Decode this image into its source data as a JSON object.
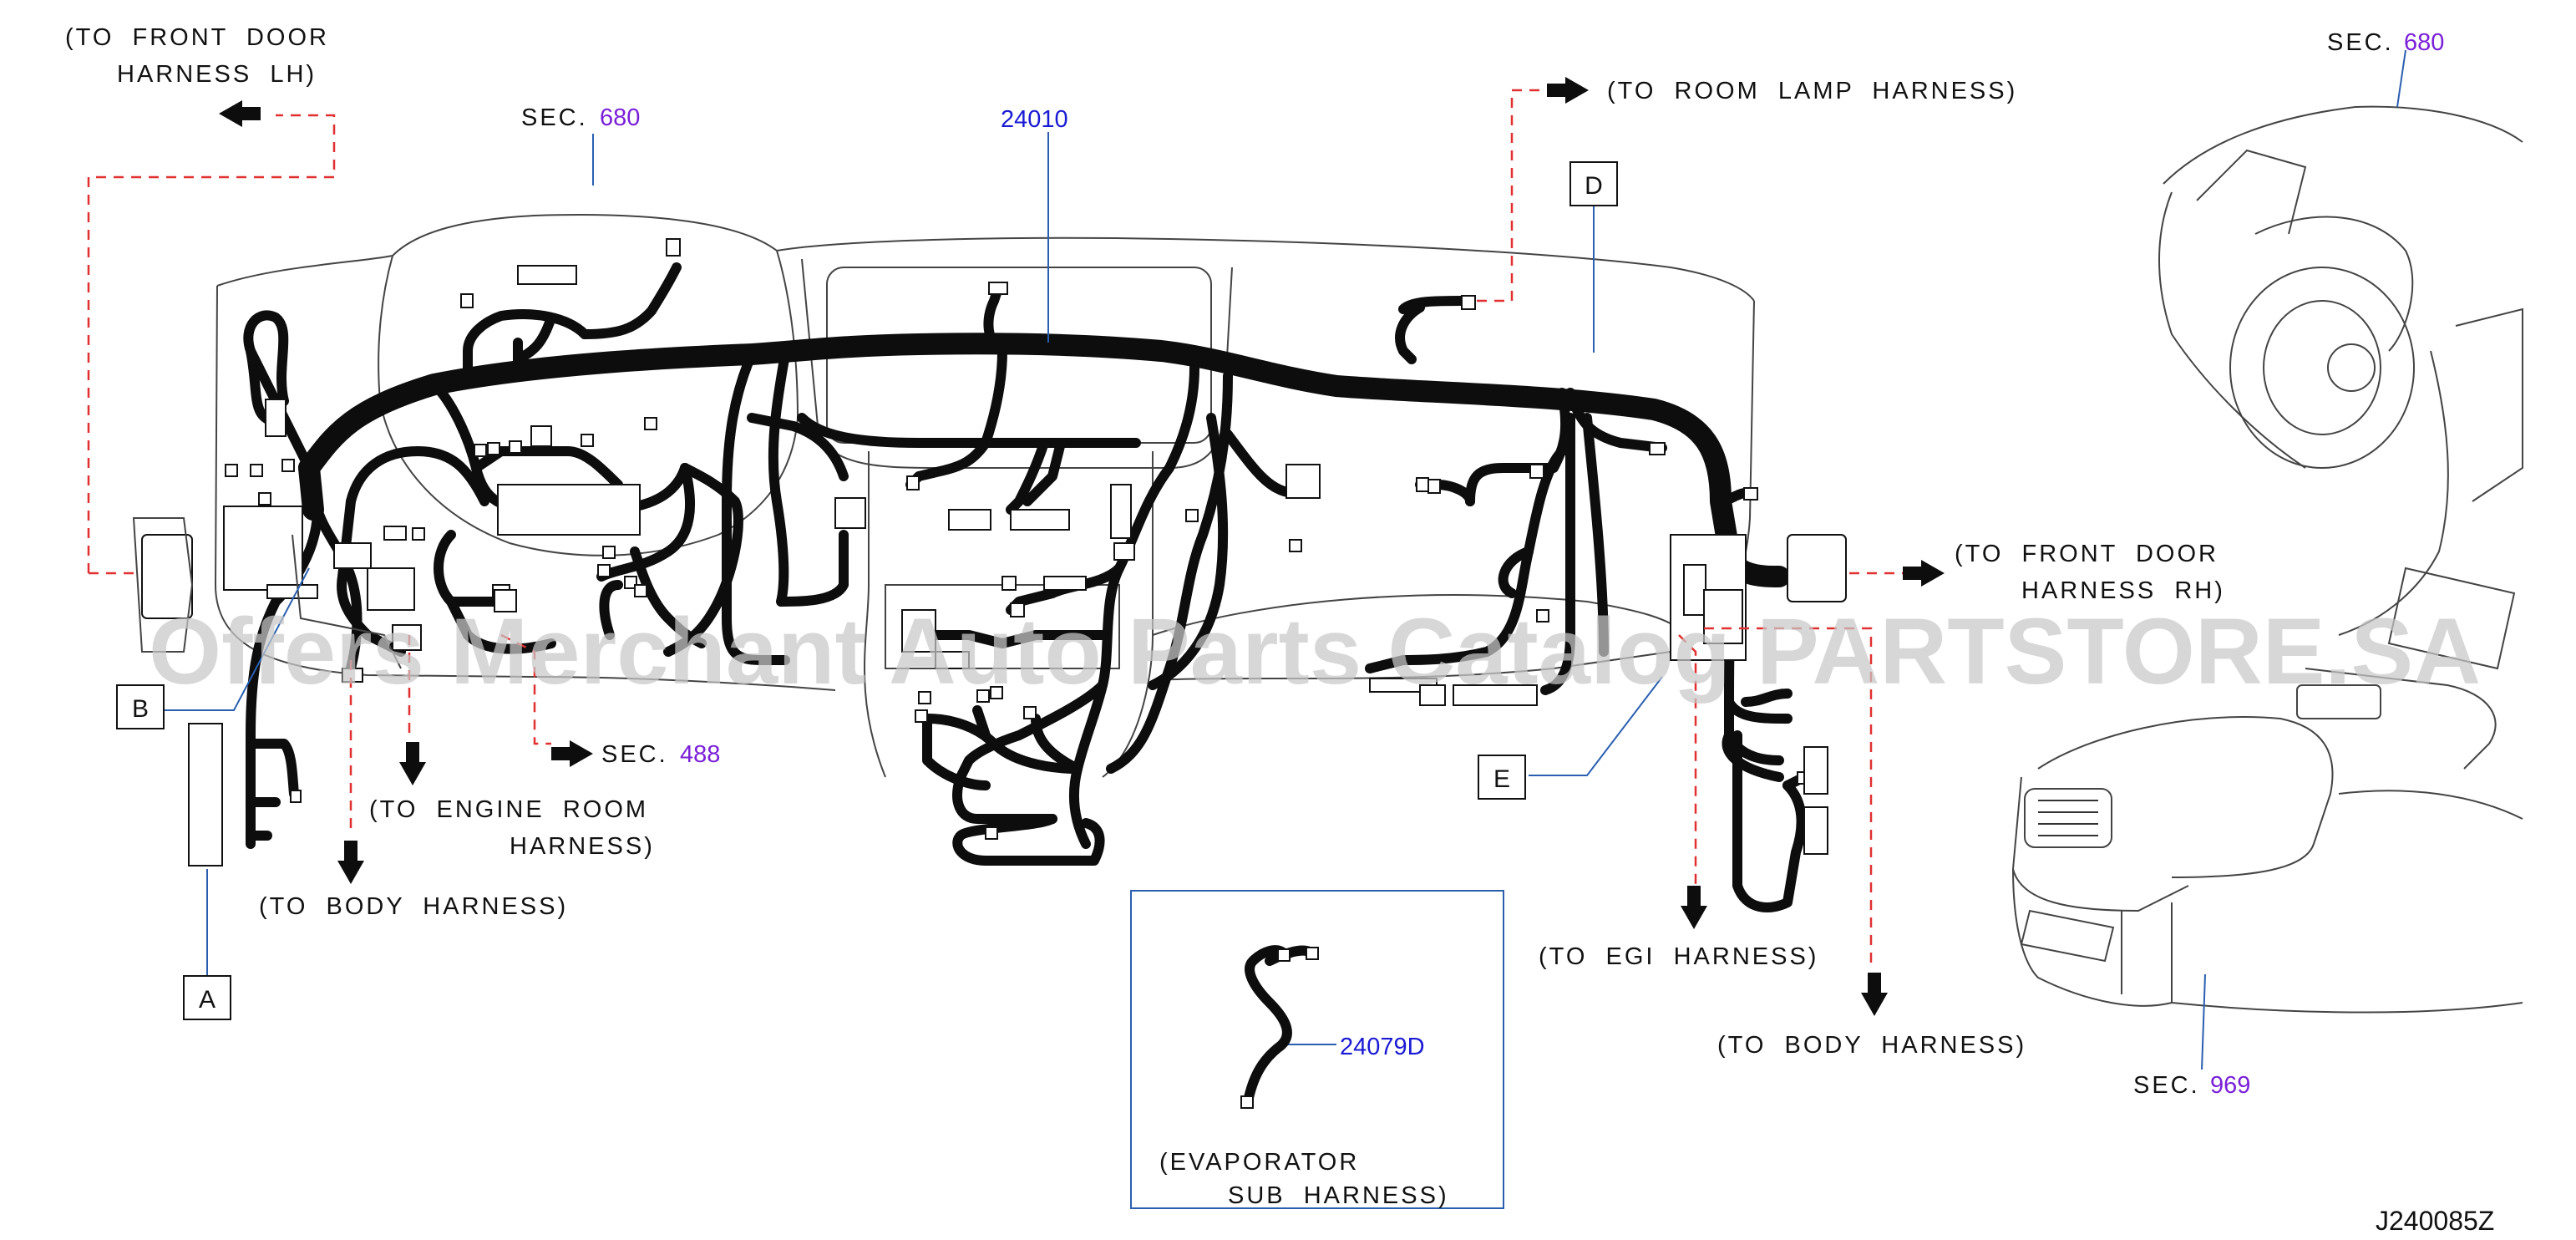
{
  "labels": {
    "front_door_lh_1": "(TO  FRONT  DOOR",
    "front_door_lh_2": "HARNESS  LH)",
    "room_lamp": "(TO  ROOM  LAMP  HARNESS)",
    "front_door_rh_1": "(TO  FRONT  DOOR",
    "front_door_rh_2": "HARNESS  RH)",
    "engine_room_1": "(TO  ENGINE  ROOM",
    "engine_room_2": "HARNESS)",
    "body_harness_left": "(TO  BODY  HARNESS)",
    "egi_harness": "(TO  EGI  HARNESS)",
    "body_harness_right": "(TO  BODY  HARNESS)",
    "evaporator_1": "(EVAPORATOR",
    "evaporator_2": "SUB  HARNESS)"
  },
  "sections": {
    "prefix": "SEC.",
    "sec_680_left": "680",
    "sec_680_right": "680",
    "sec_488": "488",
    "sec_969": "969"
  },
  "part_numbers": {
    "main_harness": "24010",
    "evaporator_sub_harness": "24079D"
  },
  "callouts": [
    "A",
    "B",
    "D",
    "E"
  ],
  "diagram_code": "J240085Z",
  "watermark": "Offers Merchant Auto Parts Catalog PARTSTORE.SA",
  "colors": {
    "part_number": "#1a1ad4",
    "section_number": "#7a1fd8",
    "dashed_line": "#e03030",
    "leader_line": "#2a5fb0"
  }
}
